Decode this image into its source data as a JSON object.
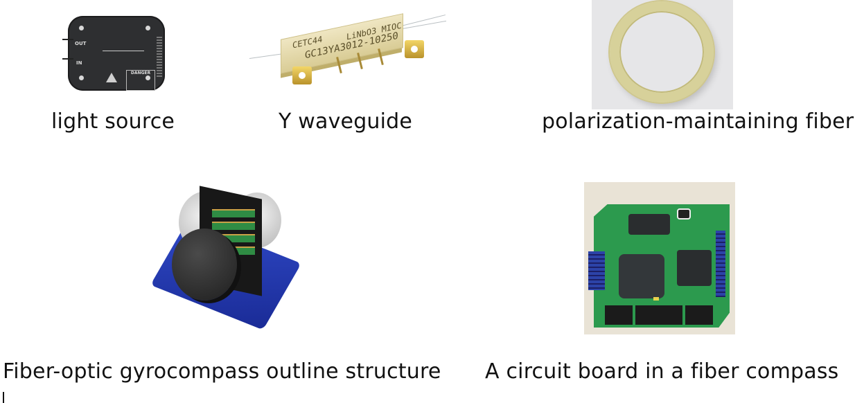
{
  "figures": [
    {
      "id": "light_source",
      "caption": "light source",
      "image_labels": {
        "out": "OUT",
        "in": "IN",
        "danger": "DANGER"
      }
    },
    {
      "id": "y_waveguide",
      "caption": "Y waveguide",
      "image_labels": {
        "line1_left": "CETC44",
        "line1_right": "LiNbO3 MIOC",
        "line2": "GC13YA3012-10250"
      }
    },
    {
      "id": "pm_fiber",
      "caption": "polarization-maintaining fiber"
    },
    {
      "id": "gyrocompass",
      "caption": "Fiber-optic gyrocompass outline structure"
    },
    {
      "id": "circuit_board",
      "caption": "A circuit board in a fiber compass"
    }
  ],
  "colors": {
    "background": "#ffffff",
    "text": "#111111",
    "gyro_base_blue": "#2340b8",
    "pcb_green": "#2c9a4e",
    "ring_yellow": "#d7d19a",
    "waveguide_gold": "#d9cc95"
  }
}
